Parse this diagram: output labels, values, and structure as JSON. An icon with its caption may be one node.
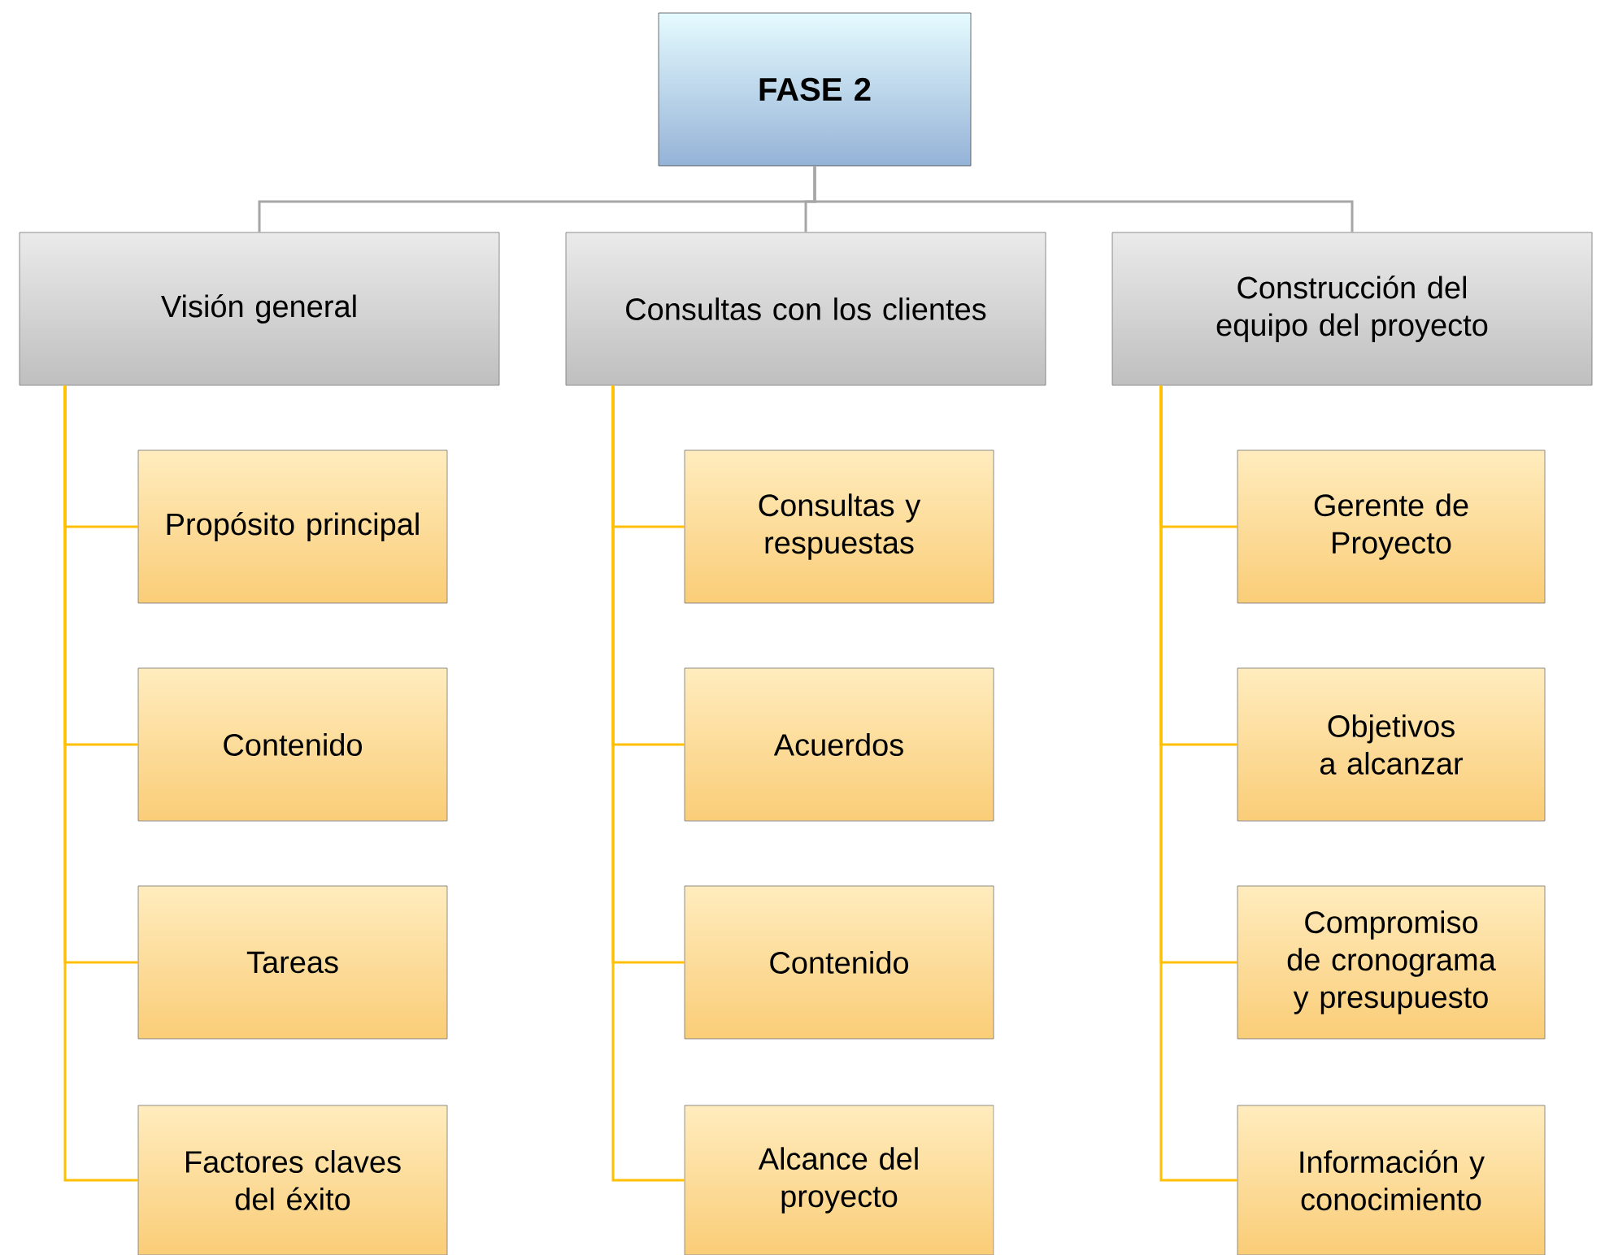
{
  "diagram": {
    "nodes": [
      {
        "text": [
          "FASE 2"
        ]
      },
      {
        "text": [
          "Visión general"
        ]
      },
      {
        "text": [
          "Consultas con los clientes"
        ]
      },
      {
        "text": [
          "Construcción del equipo del proyecto"
        ]
      },
      {
        "text": [
          "Propósito principal"
        ]
      },
      {
        "text": [
          "Contenido"
        ]
      },
      {
        "text": [
          "Tareas"
        ]
      },
      {
        "text": [
          "Factores claves del éxito"
        ]
      },
      {
        "text": [
          "Consultas y respuestas"
        ]
      },
      {
        "text": [
          "Acuerdos"
        ]
      },
      {
        "text": [
          "Contenido"
        ]
      },
      {
        "text": [
          "Alcance del proyecto"
        ]
      },
      {
        "text": [
          "Gerente de Proyecto"
        ]
      },
      {
        "text": [
          "Objetivos a alcanzar"
        ]
      },
      {
        "text": [
          "Compromiso de cronograma y presupuesto"
        ]
      },
      {
        "text": [
          "Información y conocimiento"
        ]
      }
    ],
    "edges": [
      {
        "from": 0,
        "to": 1,
        "arrow": "none",
        "color": "#a6a6a6"
      },
      {
        "from": 0,
        "to": 2,
        "arrow": "none",
        "color": "#a6a6a6"
      },
      {
        "from": 0,
        "to": 3,
        "arrow": "none",
        "color": "#a6a6a6"
      },
      {
        "from": 1,
        "to": 4,
        "arrow": "none"
      },
      {
        "from": 1,
        "to": 5,
        "arrow": "none"
      },
      {
        "from": 1,
        "to": 6,
        "arrow": "none"
      },
      {
        "from": 1,
        "to": 7,
        "arrow": "none"
      },
      {
        "from": 2,
        "to": 8,
        "arrow": "none"
      },
      {
        "from": 2,
        "to": 9,
        "arrow": "none"
      },
      {
        "from": 2,
        "to": 10,
        "arrow": "none"
      },
      {
        "from": 2,
        "to": 11,
        "arrow": "none"
      },
      {
        "from": 3,
        "to": 12,
        "arrow": "none"
      },
      {
        "from": 3,
        "to": 13,
        "arrow": "none"
      },
      {
        "from": 3,
        "to": 14,
        "arrow": "none"
      },
      {
        "from": 3,
        "to": 15,
        "arrow": "none"
      }
    ]
  }
}
